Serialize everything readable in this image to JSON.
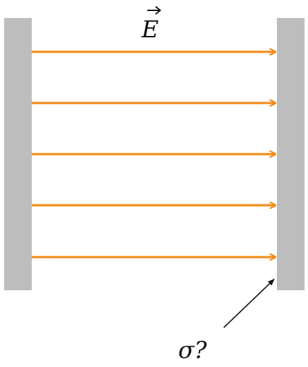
{
  "diagram": {
    "field_label": "E",
    "field_label_has_vector_arrow": true,
    "charge_label": "σ?",
    "colors": {
      "plate": "#bdbdbd",
      "field_line": "#f28c1b",
      "annotation": "#111111",
      "background": "#ffffff"
    },
    "field_line_count": 5,
    "plates": [
      "left-plate",
      "right-plate"
    ]
  }
}
